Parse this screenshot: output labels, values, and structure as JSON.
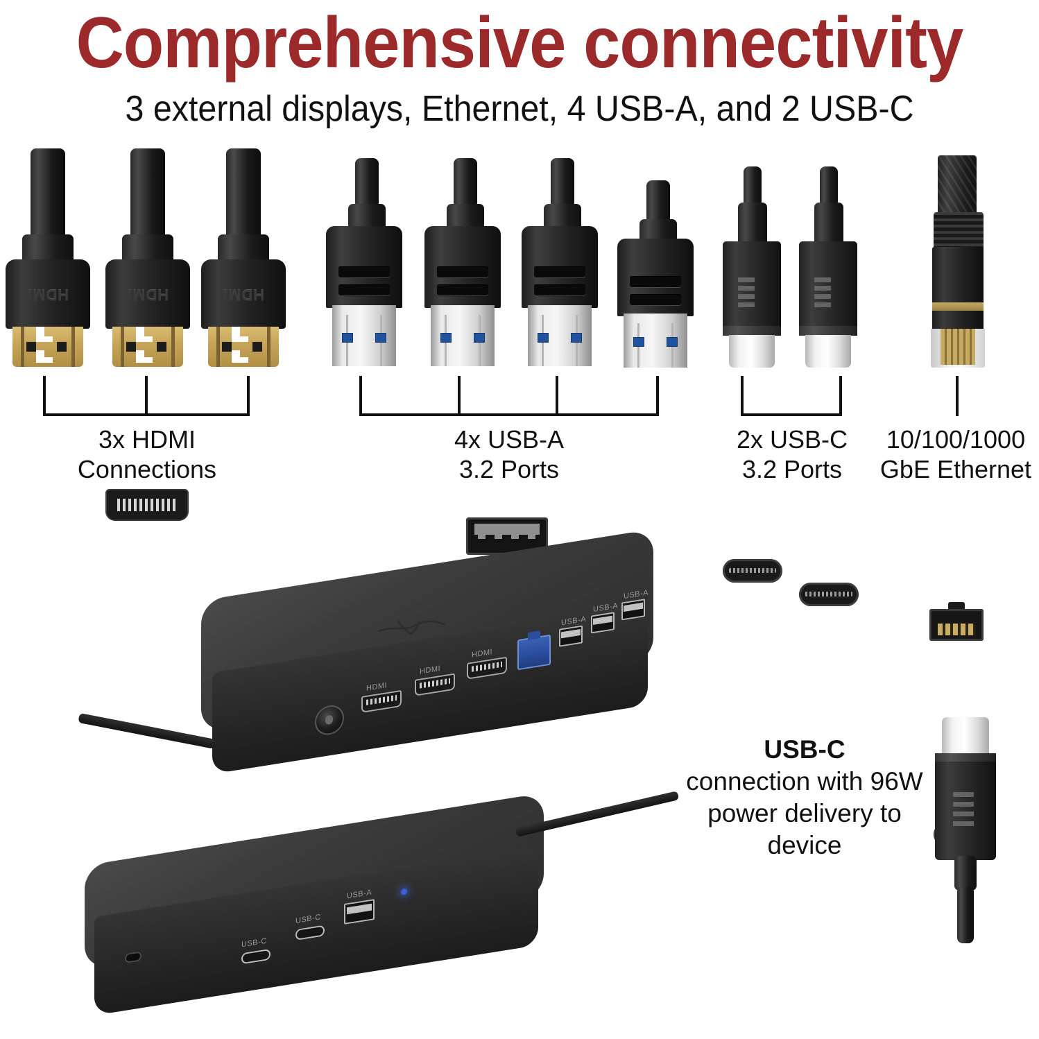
{
  "header": {
    "title": "Comprehensive connectivity",
    "subtitle": "3 external displays, Ethernet, 4 USB-A, and 2 USB-C",
    "title_color": "#9c2a2a",
    "subtitle_color": "#111111"
  },
  "connector_groups": [
    {
      "id": "hdmi",
      "count": 3,
      "label_line1": "3x HDMI",
      "label_line2": "Connections",
      "plug_label": "HDMI",
      "port_icon": "hdmi-port-icon"
    },
    {
      "id": "usb-a",
      "count": 4,
      "label_line1": "4x USB-A",
      "label_line2": "3.2 Ports",
      "port_icon": "usb-a-port-icon"
    },
    {
      "id": "usb-c",
      "count": 2,
      "label_line1": "2x USB-C",
      "label_line2": "3.2 Ports",
      "port_icon": "usb-c-port-icon"
    },
    {
      "id": "ethernet",
      "count": 1,
      "label_line1": "10/100/1000",
      "label_line2": "GbE Ethernet",
      "port_icon": "rj45-port-icon"
    }
  ],
  "dock_rear": {
    "power_label": "power-jack",
    "hdmi_port_labels": [
      "HDMI",
      "HDMI",
      "HDMI"
    ],
    "ethernet_label": "ethernet-port",
    "usb_a_port_labels": [
      "USB-A",
      "USB-A",
      "USB-A"
    ]
  },
  "dock_front": {
    "lock_label": "security-lock-slot",
    "usb_c_port_labels": [
      "USB-C",
      "USB-C"
    ],
    "usb_a_port_label": "USB-A",
    "led_label": "power-led",
    "led_color": "#3d5ed8"
  },
  "power_delivery": {
    "heading": "USB-C",
    "line1": "connection with 96W",
    "line2": "power delivery to",
    "line3": "device"
  },
  "colors": {
    "ethernet_port_blue": "#2a4d9c",
    "usb_a_blue_insert": "#20539e",
    "hdmi_gold": "#c9a85c",
    "background": "#ffffff"
  }
}
